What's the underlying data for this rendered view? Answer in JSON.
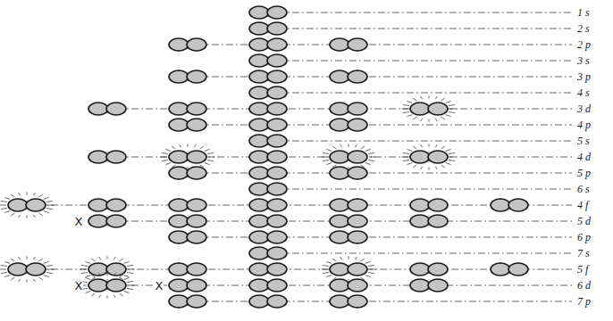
{
  "diagram": {
    "labels": [
      "1 s",
      "2 s",
      "2 p",
      "3 s",
      "3 p",
      "4 s",
      "3 d",
      "4 p",
      "5 s",
      "4 d",
      "5 p",
      "6 s",
      "4 f",
      "5 d",
      "6 p",
      "7 s",
      "5 f",
      "6 d",
      "7 p",
      "X",
      "X",
      "X"
    ]
  }
}
